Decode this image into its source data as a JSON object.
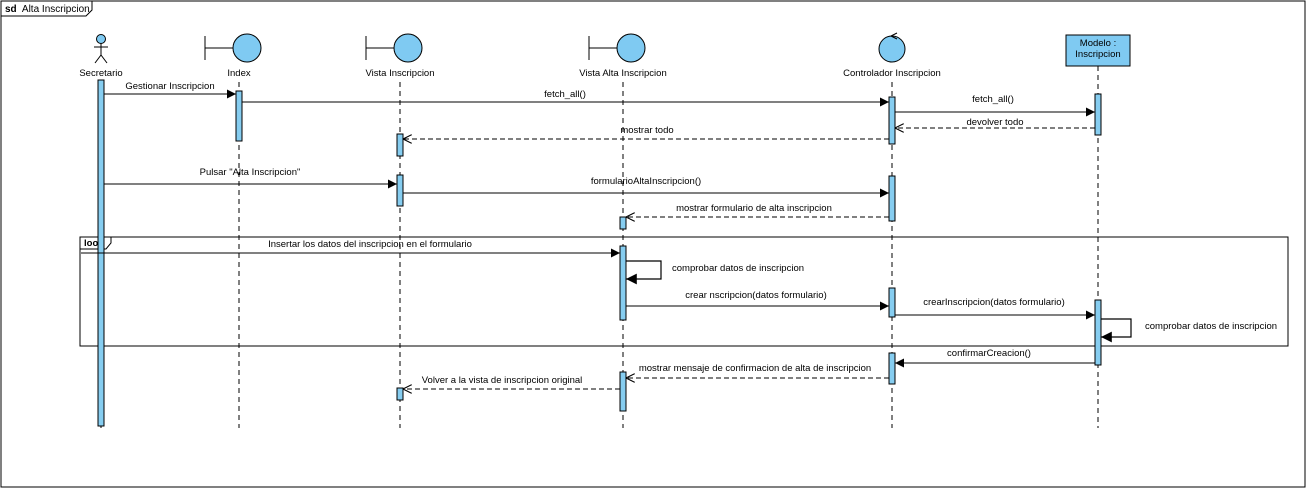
{
  "diagram": {
    "frame_label_prefix": "sd",
    "frame_label": "Alta Inscripcion",
    "colors": {
      "activation": "#86cdf0",
      "lifeline_head": "#7fcaf2",
      "stroke": "#000000",
      "fragment_border": "#000000"
    },
    "participants": [
      {
        "id": "secretario",
        "label": "Secretario",
        "type": "actor"
      },
      {
        "id": "index",
        "label": "Index",
        "type": "boundary"
      },
      {
        "id": "vista-inscripcion",
        "label": "Vista Inscripcion",
        "type": "boundary"
      },
      {
        "id": "vista-alta-inscripcion",
        "label": "Vista Alta Inscripcion",
        "type": "boundary"
      },
      {
        "id": "controlador-inscripcion",
        "label": "Controlador Inscripcion",
        "type": "control"
      },
      {
        "id": "modelo-inscripcion",
        "label": "Modelo :\nInscripcion",
        "type": "entity-box"
      }
    ],
    "fragment": {
      "operator": "loop"
    },
    "messages": [
      {
        "id": "gestionar-inscripcion",
        "label": "Gestionar Inscripcion",
        "from": "secretario",
        "to": "index",
        "kind": "sync"
      },
      {
        "id": "fetch-all-1",
        "label": "fetch_all()",
        "from": "index",
        "to": "controlador-inscripcion",
        "kind": "sync"
      },
      {
        "id": "fetch-all-2",
        "label": "fetch_all()",
        "from": "controlador-inscripcion",
        "to": "modelo-inscripcion",
        "kind": "sync"
      },
      {
        "id": "devolver-todo",
        "label": "devolver todo",
        "from": "modelo-inscripcion",
        "to": "controlador-inscripcion",
        "kind": "return"
      },
      {
        "id": "mostrar-todo",
        "label": "mostrar todo",
        "from": "controlador-inscripcion",
        "to": "vista-inscripcion",
        "kind": "return"
      },
      {
        "id": "pulsar-alta",
        "label": "Pulsar \"Alta Inscripcion\"",
        "from": "secretario",
        "to": "vista-inscripcion",
        "kind": "sync"
      },
      {
        "id": "formulario-alta",
        "label": "formularioAltaInscripcion()",
        "from": "vista-inscripcion",
        "to": "controlador-inscripcion",
        "kind": "sync"
      },
      {
        "id": "mostrar-formulario",
        "label": "mostrar formulario de alta inscripcion",
        "from": "controlador-inscripcion",
        "to": "vista-alta-inscripcion",
        "kind": "return"
      },
      {
        "id": "insertar-datos",
        "label": "Insertar los datos del inscripcion en el formulario",
        "from": "secretario",
        "to": "vista-alta-inscripcion",
        "kind": "sync"
      },
      {
        "id": "comprobar-datos-vista",
        "label": "comprobar datos de inscripcion",
        "from": "vista-alta-inscripcion",
        "to": "vista-alta-inscripcion",
        "kind": "self"
      },
      {
        "id": "crear-nscripcion",
        "label": "crear nscripcion(datos formulario)",
        "from": "vista-alta-inscripcion",
        "to": "controlador-inscripcion",
        "kind": "sync"
      },
      {
        "id": "crear-inscripcion",
        "label": "crearInscripcion(datos formulario)",
        "from": "controlador-inscripcion",
        "to": "modelo-inscripcion",
        "kind": "sync"
      },
      {
        "id": "comprobar-datos-modelo",
        "label": "comprobar datos de inscripcion",
        "from": "modelo-inscripcion",
        "to": "modelo-inscripcion",
        "kind": "self"
      },
      {
        "id": "confirmar-creacion",
        "label": "confirmarCreacion()",
        "from": "modelo-inscripcion",
        "to": "controlador-inscripcion",
        "kind": "sync"
      },
      {
        "id": "mostrar-confirmacion",
        "label": "mostrar mensaje de confirmacion de alta de inscripcion",
        "from": "controlador-inscripcion",
        "to": "vista-alta-inscripcion",
        "kind": "return"
      },
      {
        "id": "volver-vista",
        "label": "Volver a la vista de inscripcion original",
        "from": "vista-alta-inscripcion",
        "to": "vista-inscripcion",
        "kind": "return"
      }
    ]
  }
}
